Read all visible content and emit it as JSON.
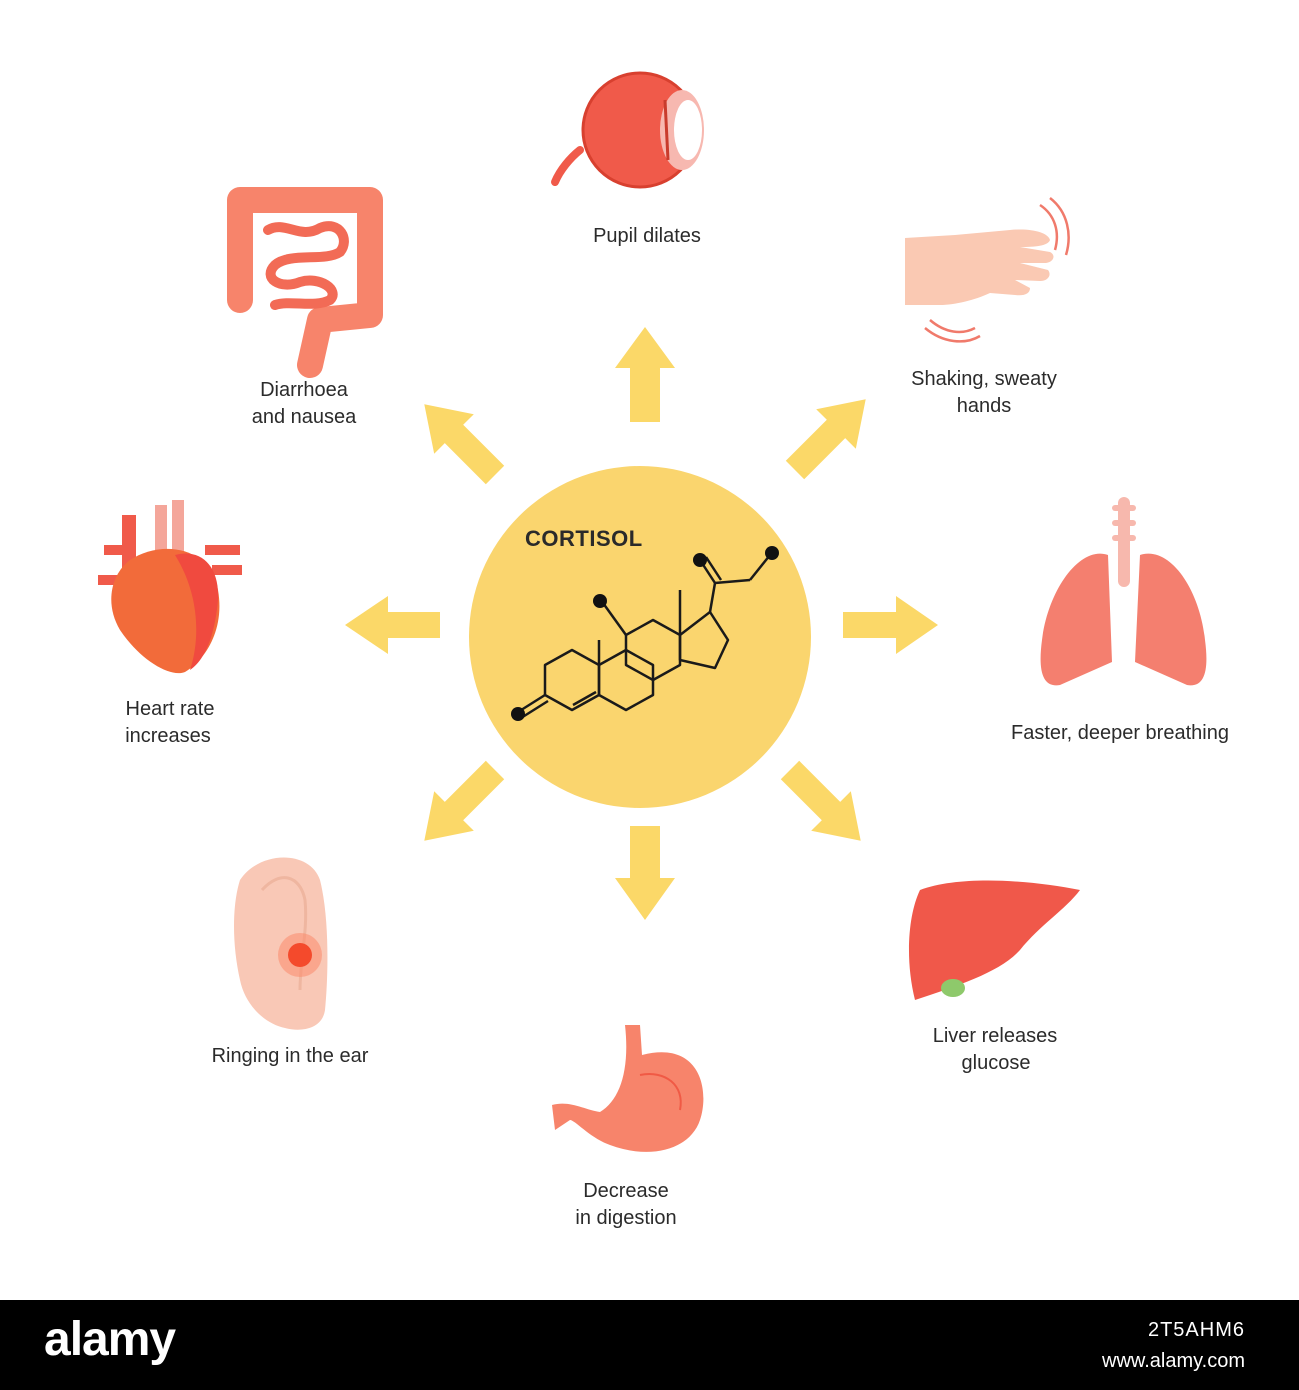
{
  "center": {
    "title": "CORTISOL"
  },
  "effects": {
    "pupil": "Pupil dilates",
    "hands_1": "Shaking, sweaty",
    "hands_2": "hands",
    "intestine_1": "Diarrhoea",
    "intestine_2": "and nausea",
    "heart_1": "Heart rate",
    "heart_2": "increases",
    "lungs": "Faster, deeper breathing",
    "ear": "Ringing in the ear",
    "liver_1": "Liver releases",
    "liver_2": "glucose",
    "stomach_1": "Decrease",
    "stomach_2": "in digestion"
  },
  "colors": {
    "arrow": "#fbd868",
    "circle": "#fad56e",
    "organ_red": "#f05a4a",
    "organ_coral": "#f7846b",
    "organ_skin": "#f9c8b6"
  },
  "footer": {
    "brand": "alamy",
    "image_id": "2T5AHM6",
    "url": "www.alamy.com"
  }
}
